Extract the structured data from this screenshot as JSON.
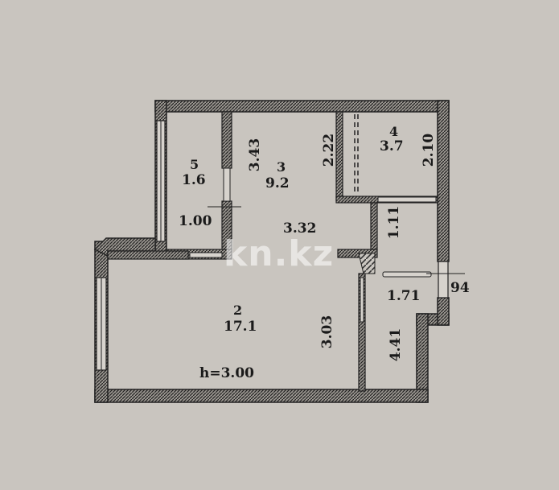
{
  "watermark": "kn.kz",
  "colors": {
    "paper": "#c9c5bf",
    "wall": "#2a2a2a",
    "text": "#1a1a1a"
  },
  "rooms": [
    {
      "id": "5",
      "area": "1.6"
    },
    {
      "id": "3",
      "area": "9.2"
    },
    {
      "id": "4",
      "area": "3.7"
    },
    {
      "id": "2",
      "area": "17.1"
    }
  ],
  "dimensions": {
    "d_3_43": "3.43",
    "d_2_22": "2.22",
    "d_2_10": "2.10",
    "d_1_00": "1.00",
    "d_3_32": "3.32",
    "d_1_11": "1.11",
    "d_1_71": "1.71",
    "d_94": "94",
    "d_3_03": "3.03",
    "d_4_41": "4.41",
    "ceiling_height": "h=3.00"
  }
}
